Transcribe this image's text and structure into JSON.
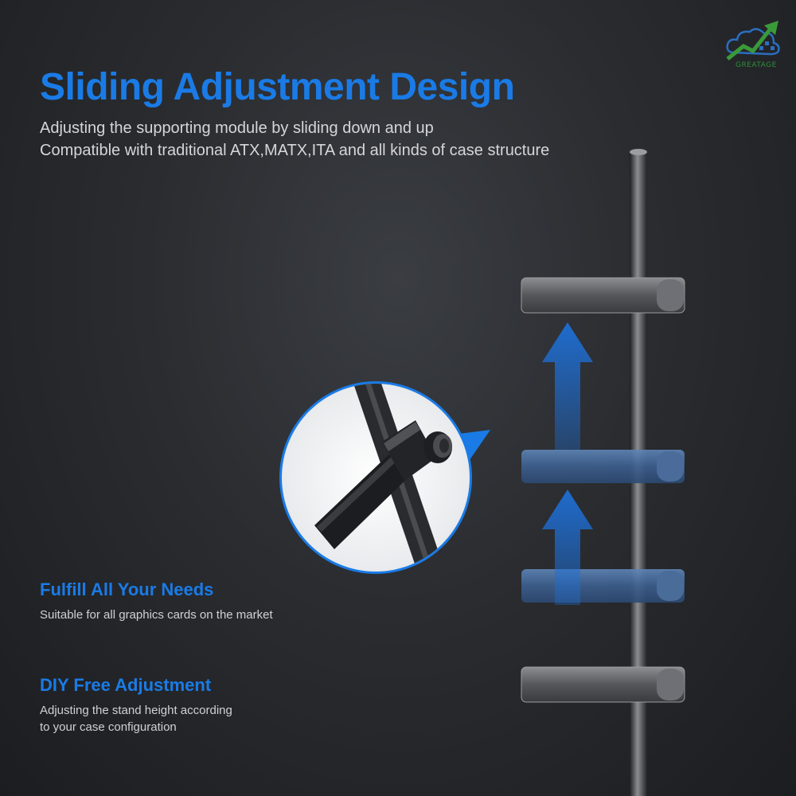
{
  "header": {
    "title": "Sliding Adjustment Design",
    "subtitle_line1": "Adjusting the supporting module by sliding down and up",
    "subtitle_line2": "Compatible with traditional ATX,MATX,ITA and all kinds of case structure"
  },
  "features": [
    {
      "title": "Fulfill All Your Needs",
      "description": "Suitable for all graphics cards on the market"
    },
    {
      "title": "DIY Free Adjustment",
      "description_line1": "Adjusting the stand height according",
      "description_line2": "to your case configuration"
    }
  ],
  "logo": {
    "text": "GREATAGE",
    "icon": "cloud-chart-logo-icon"
  },
  "colors": {
    "accent": "#1a7be6",
    "background": "#2a2c30"
  },
  "icons": [
    "up-arrow-icon",
    "up-arrow-icon",
    "zoom-pointer-icon"
  ]
}
